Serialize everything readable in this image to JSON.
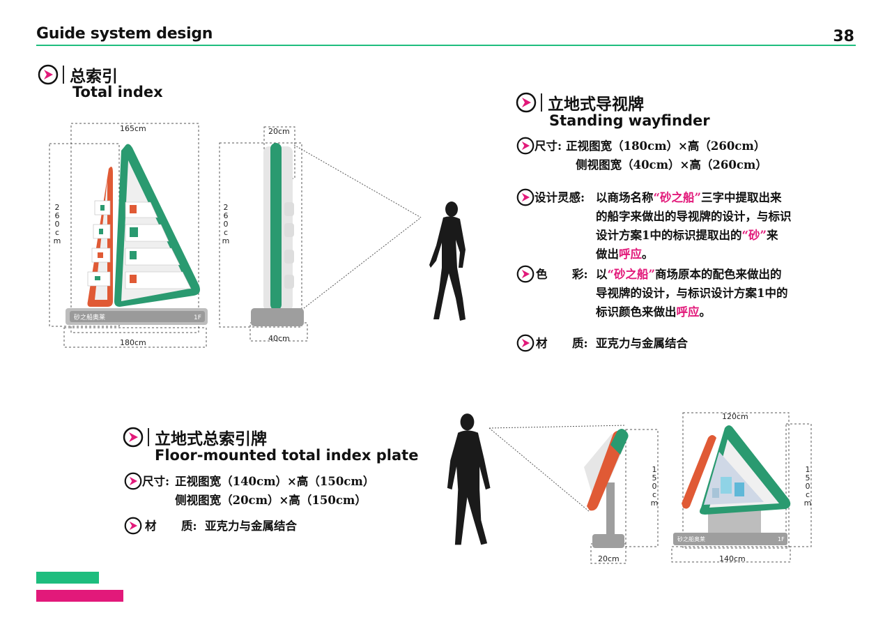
{
  "header": {
    "title": "Guide system design",
    "page_number": "38"
  },
  "colors": {
    "accent_green": "#1ebd7e",
    "accent_pink": "#e2197a",
    "sign_green": "#2a9a70",
    "sign_orange": "#e05a35",
    "sign_gray": "#c8c8c8"
  },
  "total_index": {
    "title_cn": "总索引",
    "title_en": "Total index",
    "front_sign": {
      "dim_top": "165cm",
      "dim_left": [
        "2",
        "6",
        "0",
        "c",
        "m"
      ],
      "dim_bottom": "180cm",
      "base_text": "砂之船奥莱",
      "floor_text": "1F"
    },
    "side_sign": {
      "dim_top": "20cm",
      "dim_left": [
        "2",
        "6",
        "0",
        "c",
        "m"
      ],
      "dim_bottom": "40cm"
    }
  },
  "standing_wayfinder": {
    "title_cn": "立地式导视牌",
    "title_en": "Standing wayfinder",
    "size_label": "尺寸:",
    "size_line1": "正视图宽（180cm）×高（260cm）",
    "size_line2": "侧视图宽（40cm）×高（260cm）",
    "inspiration_label": "设计灵感:",
    "inspiration_p1": "以商场名称",
    "inspiration_hl1": "“砂之船”",
    "inspiration_p2": "三字中提取出来",
    "inspiration_line2": "的船字来做出的导视牌的设计，与标识",
    "inspiration_p3": "设计方案1中的标识提取出的",
    "inspiration_hl2": "“砂”",
    "inspiration_p4": "来",
    "inspiration_p5": "做出",
    "inspiration_hl3": "呼应",
    "inspiration_p6": "。",
    "color_label_a": "色",
    "color_label_b": "彩:",
    "color_p1": "以",
    "color_hl1": "“砂之船”",
    "color_p2": "商场原本的配色来做出的",
    "color_line2": "导视牌的设计，与标识设计方案1中的",
    "color_p3": "标识颜色来做出",
    "color_hl2": "呼应",
    "color_p4": "。",
    "material_label_a": "材",
    "material_label_b": "质:",
    "material_value": "亚克力与金属结合"
  },
  "floor_plate": {
    "title_cn": "立地式总索引牌",
    "title_en": "Floor-mounted total index plate",
    "size_label": "尺寸:",
    "size_line1": "正视图宽（140cm）×高（150cm）",
    "size_line2": "侧视图宽（20cm）×高（150cm）",
    "material_label_a": "材",
    "material_label_b": "质:",
    "material_value": "亚克力与金属结合",
    "side_sign": {
      "dim_right": [
        "1",
        "5",
        "0",
        "c",
        "m"
      ],
      "dim_bottom": "20cm"
    },
    "front_sign": {
      "dim_top": "120cm",
      "dim_right": [
        "1",
        "5",
        "0",
        "c",
        "m"
      ],
      "dim_bottom": "140cm",
      "base_text": "砂之船奥莱",
      "floor_text": "1F"
    }
  }
}
